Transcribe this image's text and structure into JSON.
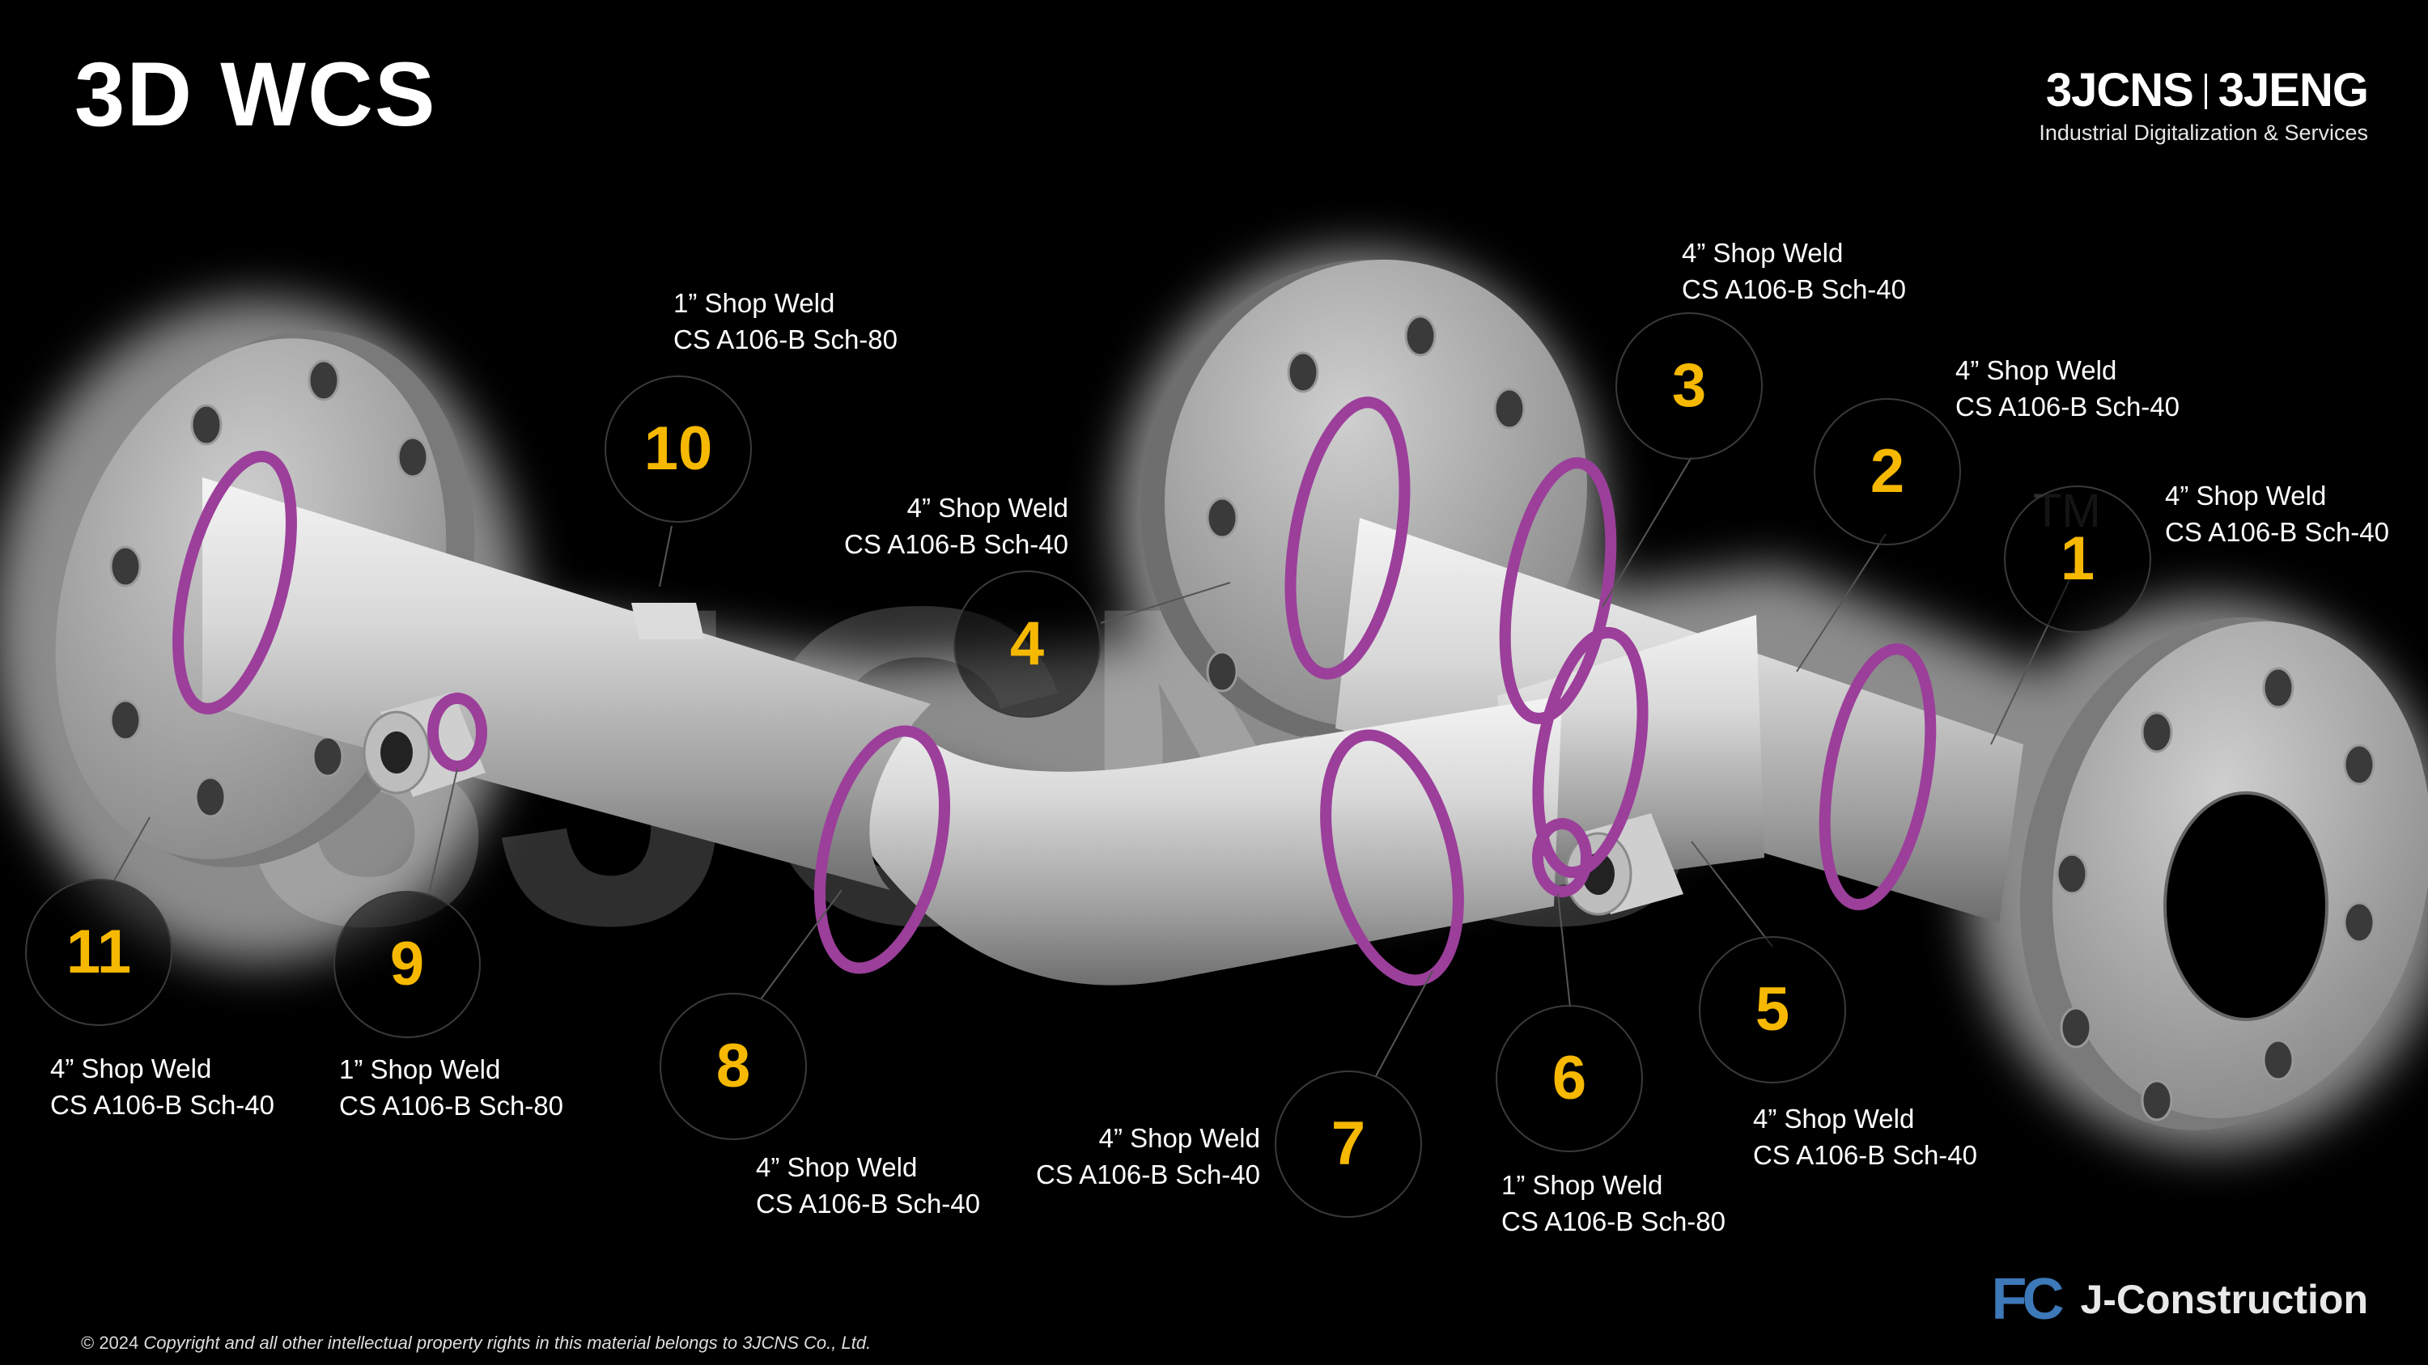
{
  "title": "3D WCS",
  "brand": {
    "left": "3JCNS",
    "right": "3JENG",
    "tagline": "Industrial Digitalization & Services"
  },
  "watermark": "3JCNS",
  "trademark": "TM",
  "welds": [
    {
      "number": "1",
      "line1": "4” Shop Weld",
      "line2": "CS A106-B Sch-40"
    },
    {
      "number": "2",
      "line1": "4” Shop Weld",
      "line2": "CS A106-B Sch-40"
    },
    {
      "number": "3",
      "line1": "4” Shop Weld",
      "line2": "CS A106-B Sch-40"
    },
    {
      "number": "4",
      "line1": "4” Shop Weld",
      "line2": "CS A106-B Sch-40"
    },
    {
      "number": "5",
      "line1": "4” Shop Weld",
      "line2": "CS A106-B Sch-40"
    },
    {
      "number": "6",
      "line1": "1” Shop Weld",
      "line2": "CS A106-B Sch-80"
    },
    {
      "number": "7",
      "line1": "4” Shop Weld",
      "line2": "CS A106-B Sch-40"
    },
    {
      "number": "8",
      "line1": "4” Shop Weld",
      "line2": "CS A106-B Sch-40"
    },
    {
      "number": "9",
      "line1": "1” Shop Weld",
      "line2": "CS A106-B Sch-80"
    },
    {
      "number": "10",
      "line1": "1” Shop Weld",
      "line2": "CS A106-B Sch-80"
    },
    {
      "number": "11",
      "line1": "4” Shop Weld",
      "line2": "CS A106-B Sch-40"
    }
  ],
  "footer": {
    "year": "© 2024",
    "copyright": "Copyright and all other intellectual property rights in this material belongs to 3JCNS Co., Ltd."
  },
  "partner_logo": {
    "mark": "FC",
    "text": "J-Construction"
  },
  "colors": {
    "background": "#000000",
    "callout_number": "#f6b800",
    "weld_ring": "#9b3f9a",
    "pipe": "#c9c9c9"
  }
}
